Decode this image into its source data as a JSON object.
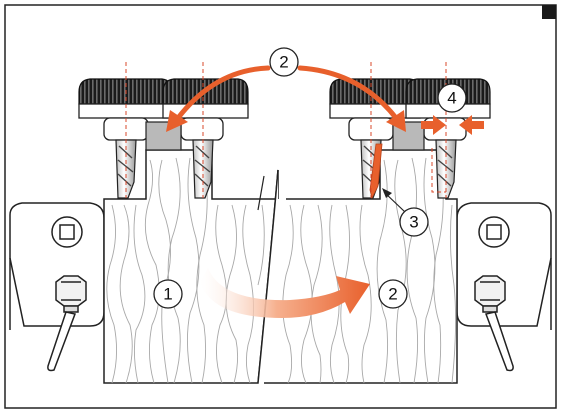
{
  "colors": {
    "accent_orange": "#e8602c",
    "accent_orange_light": "#f6b08e",
    "line": "#222222",
    "wood_line": "#9a9a9a",
    "red_dash": "#d9482b",
    "background": "#ffffff"
  },
  "callouts": {
    "c1": "1",
    "c2_top": "2",
    "c2_board": "2",
    "c3": "3",
    "c4": "4"
  },
  "icons": {
    "rotate_arrow": "curved-arrow-icon",
    "swap_arrow": "double-curved-arrow-icon",
    "adjust_arrows": "inward-arrows-icon"
  }
}
